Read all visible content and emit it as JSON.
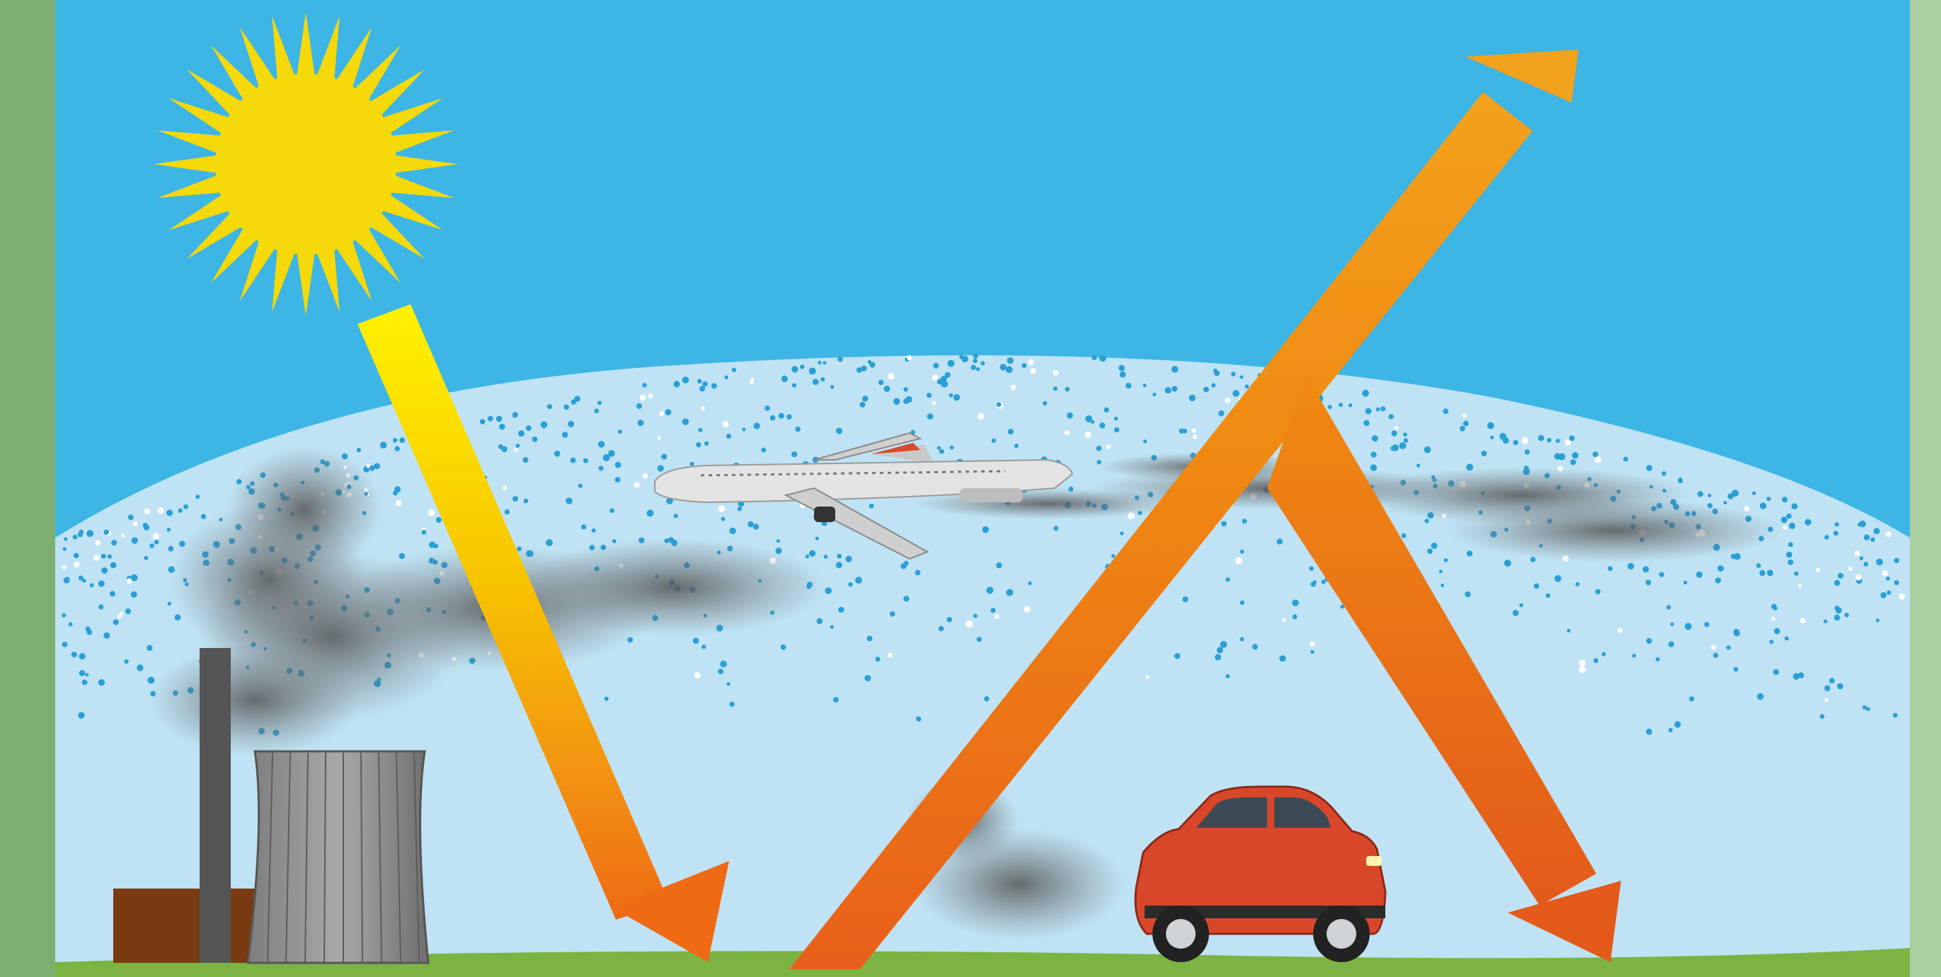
{
  "diagram": {
    "title": "",
    "labels": []
  },
  "elements": {
    "sun": {
      "icon": "sun-icon"
    },
    "incoming_arrow": {
      "icon": "incoming-radiation-arrow"
    },
    "escaping_arrow": {
      "icon": "outgoing-radiation-arrow"
    },
    "trapped_arrow": {
      "icon": "reflected-radiation-arrow"
    },
    "factory": {
      "icon": "power-plant-icon"
    },
    "cooling_tower": {
      "icon": "cooling-tower-icon"
    },
    "chimney": {
      "icon": "chimney-icon"
    },
    "airplane": {
      "icon": "airplane-icon"
    },
    "car": {
      "icon": "car-icon"
    },
    "atmosphere": {
      "icon": "greenhouse-gas-layer"
    },
    "smoke": {
      "icon": "emission-smoke"
    }
  },
  "colors": {
    "sky": "#3db5e5",
    "atmosphere": "#bfe3f4",
    "ground": "#7cb342",
    "frame_green": "#8fb882",
    "sun": "#f5d90a",
    "arrow_yellow": "#ffe600",
    "arrow_orange": "#f08a12",
    "arrow_deep_orange": "#e8601a",
    "car_red": "#d9472b"
  }
}
